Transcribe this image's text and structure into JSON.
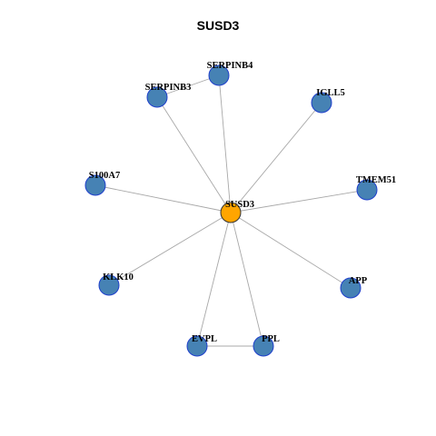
{
  "title": "SUSD3",
  "graph": {
    "center": "SUSD3",
    "nodes": [
      {
        "id": "SUSD3",
        "label": "SUSD3",
        "role": "hub",
        "color": "#FFA500"
      },
      {
        "id": "SERPINB4",
        "label": "SERPINB4",
        "role": "neighbor",
        "color": "#4682B4"
      },
      {
        "id": "SERPINB3",
        "label": "SERPINB3",
        "role": "neighbor",
        "color": "#4682B4"
      },
      {
        "id": "IGLL5",
        "label": "IGLL5",
        "role": "neighbor",
        "color": "#4682B4"
      },
      {
        "id": "S100A7",
        "label": "S100A7",
        "role": "neighbor",
        "color": "#4682B4"
      },
      {
        "id": "TMEM51",
        "label": "TMEM51",
        "role": "neighbor",
        "color": "#4682B4"
      },
      {
        "id": "KLK10",
        "label": "KLK10",
        "role": "neighbor",
        "color": "#4682B4"
      },
      {
        "id": "APP",
        "label": "APP",
        "role": "neighbor",
        "color": "#4682B4"
      },
      {
        "id": "EVPL",
        "label": "EVPL",
        "role": "neighbor",
        "color": "#4682B4"
      },
      {
        "id": "PPL",
        "label": "PPL",
        "role": "neighbor",
        "color": "#4682B4"
      }
    ],
    "edges": [
      [
        "SUSD3",
        "SERPINB4"
      ],
      [
        "SUSD3",
        "SERPINB3"
      ],
      [
        "SUSD3",
        "IGLL5"
      ],
      [
        "SUSD3",
        "S100A7"
      ],
      [
        "SUSD3",
        "TMEM51"
      ],
      [
        "SUSD3",
        "KLK10"
      ],
      [
        "SUSD3",
        "APP"
      ],
      [
        "SUSD3",
        "EVPL"
      ],
      [
        "SUSD3",
        "PPL"
      ],
      [
        "SERPINB3",
        "SERPINB4"
      ],
      [
        "EVPL",
        "PPL"
      ]
    ],
    "colors": {
      "edge": "#A8A8A8",
      "node_border": "#1F3FCC",
      "hub_border": "#333333"
    }
  }
}
